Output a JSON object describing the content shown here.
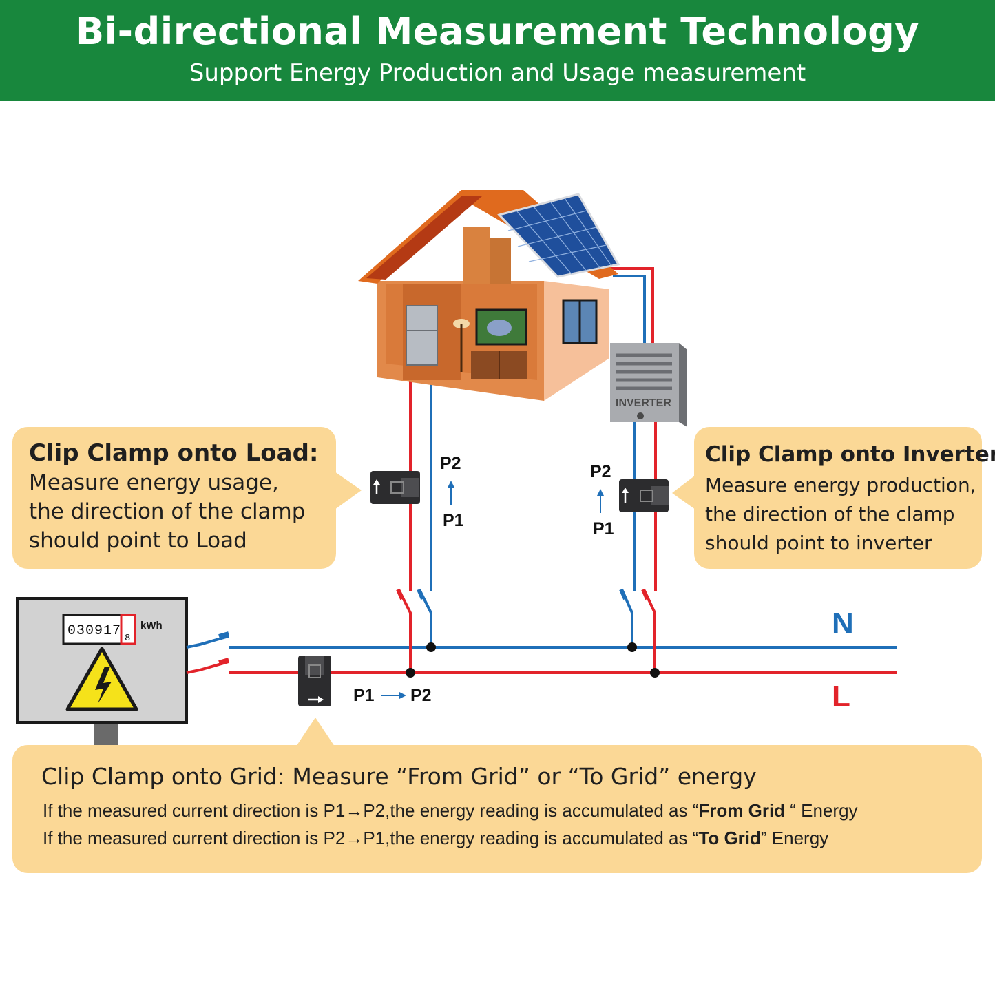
{
  "header": {
    "title": "Bi-directional Measurement Technology",
    "subtitle": "Support Energy Production and Usage measurement"
  },
  "load_callout": {
    "heading": "Clip Clamp onto Load:",
    "line1": "Measure energy usage,",
    "line2": "the direction of the clamp",
    "line3": "should point to Load"
  },
  "inverter_callout": {
    "heading": "Clip Clamp onto Inverter:",
    "line1": "Measure energy production,",
    "line2": "the direction of the clamp",
    "line3": "should point to inverter"
  },
  "grid_callout": {
    "heading": "Clip Clamp onto Grid:",
    "heading_rest": " Measure “From Grid” or “To Grid” energy",
    "line2_pre": "If the measured current direction is P1→P2,the energy reading is accumulated as “",
    "line2_bold": "From Grid",
    "line2_post": " “ Energy",
    "line3_pre": "If the measured current direction is P2→P1,the energy reading is accumulated as “",
    "line3_bold": "To Grid",
    "line3_post": "” Energy"
  },
  "labels": {
    "load_p2": "P2",
    "load_p1": "P1",
    "inv_p2": "P2",
    "inv_p1": "P1",
    "grid_p1": "P1",
    "grid_p2": "P2",
    "neutral": "N",
    "live": "L",
    "inverter": "INVERTER",
    "kwh_unit": "kWh",
    "meter_digits": [
      "0",
      "3",
      "0",
      "9",
      "1",
      "7",
      "8"
    ]
  },
  "colors": {
    "header_green": "#18873d",
    "callout": "#fbd896",
    "neutral_wire": "#1f6fb8",
    "live_wire": "#e2232a"
  }
}
